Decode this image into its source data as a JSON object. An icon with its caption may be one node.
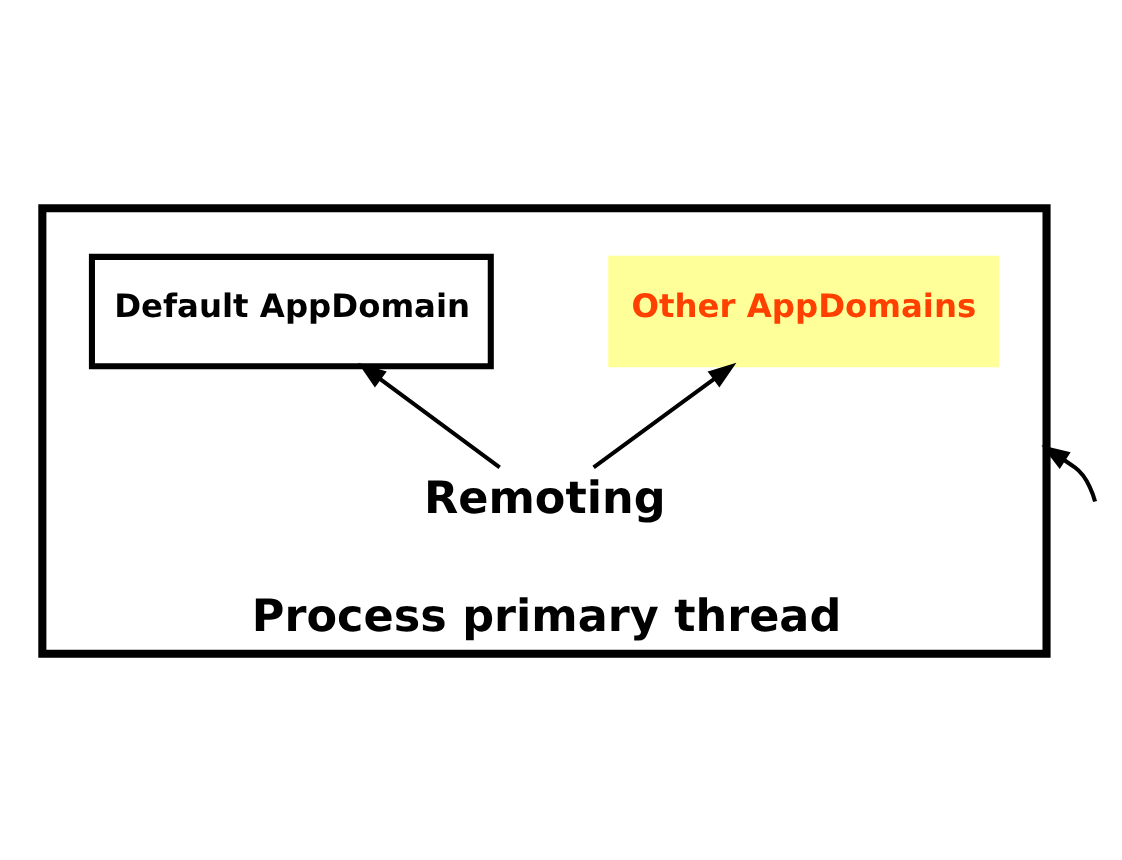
{
  "diagram": {
    "nodes": [
      {
        "text": [
          "Process primary thread"
        ]
      },
      {
        "text": [
          "Default AppDomain"
        ],
        "in": 0
      },
      {
        "text": [
          "Other AppDomains"
        ],
        "in": 0
      },
      {
        "text": [
          "Remoting"
        ],
        "in": 0
      }
    ],
    "edges": [
      {
        "from": null,
        "to": 0,
        "arrow": "to"
      },
      {
        "from": 3,
        "to": 1,
        "arrow": "to"
      },
      {
        "from": 3,
        "to": 2,
        "arrow": "to"
      }
    ]
  }
}
